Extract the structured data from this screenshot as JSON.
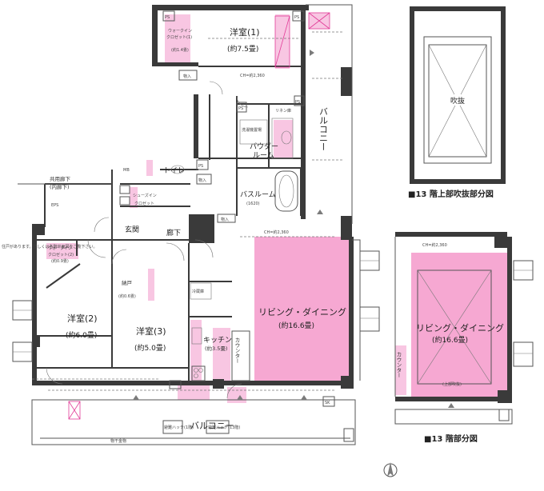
{
  "rooms": {
    "bedroom1": {
      "name": "洋室(1)",
      "size": "(約7.5畳)"
    },
    "walkin1": {
      "l1": "ウォークイン",
      "l2": "クロゼット(1)",
      "size": "(約1.4畳)"
    },
    "bedroom2": {
      "name": "洋室(2)",
      "size": "(約6.0畳)"
    },
    "bedroom3": {
      "name": "洋室(3)",
      "size": "(約5.0畳)"
    },
    "walkin2": {
      "l1": "ウォークイン",
      "l2": "クロゼット(2)",
      "size": "(約0.9畳)"
    },
    "storage": {
      "name": "納戸",
      "size": "(約0.6畳)"
    },
    "living": {
      "name": "リビング・ダイニング",
      "size": "(約16.6畳)"
    },
    "living13": {
      "name": "リビング・ダイニング",
      "size": "(約16.6畳)"
    },
    "kitchen": {
      "name": "キッチン",
      "size": "(約3.5畳)"
    },
    "powder": {
      "l1": "パウダー",
      "l2": "ルーム"
    },
    "bath": {
      "name": "バスルーム",
      "size": "(1620)"
    },
    "toilet": "トイレ",
    "genkan": "玄関",
    "hallway": "廊下",
    "shoes": {
      "l1": "シューズイン",
      "l2": "クロゼット"
    },
    "balcony_right": "バルコニー",
    "balcony_bottom": "バルコニー",
    "fukinuke": "吹抜",
    "counter": "カウンター",
    "counter13": "カウンター"
  },
  "labels": {
    "ps": "PS",
    "mb": "MB",
    "eps": "EPS",
    "storage_in": "物入",
    "sk": "SK",
    "fridge": "冷蔵庫",
    "washer": "洗濯機置場",
    "linen": "リネン庫",
    "corridor": "共用廊下",
    "corridor_sub": "(内廊下)",
    "hatch1": "避難ハッチ(1階)",
    "hatch2": "避難ハッチ(13階)",
    "drying": "物干金物",
    "note": "住戸があります。詳しくは各階平面図をご覧下さい。",
    "hei": "CH=約2,360",
    "upper13": "(上部吹抜)"
  },
  "captions": {
    "upper": "■13 階上部吹抜部分図",
    "floor13": "■13 階部分図"
  }
}
